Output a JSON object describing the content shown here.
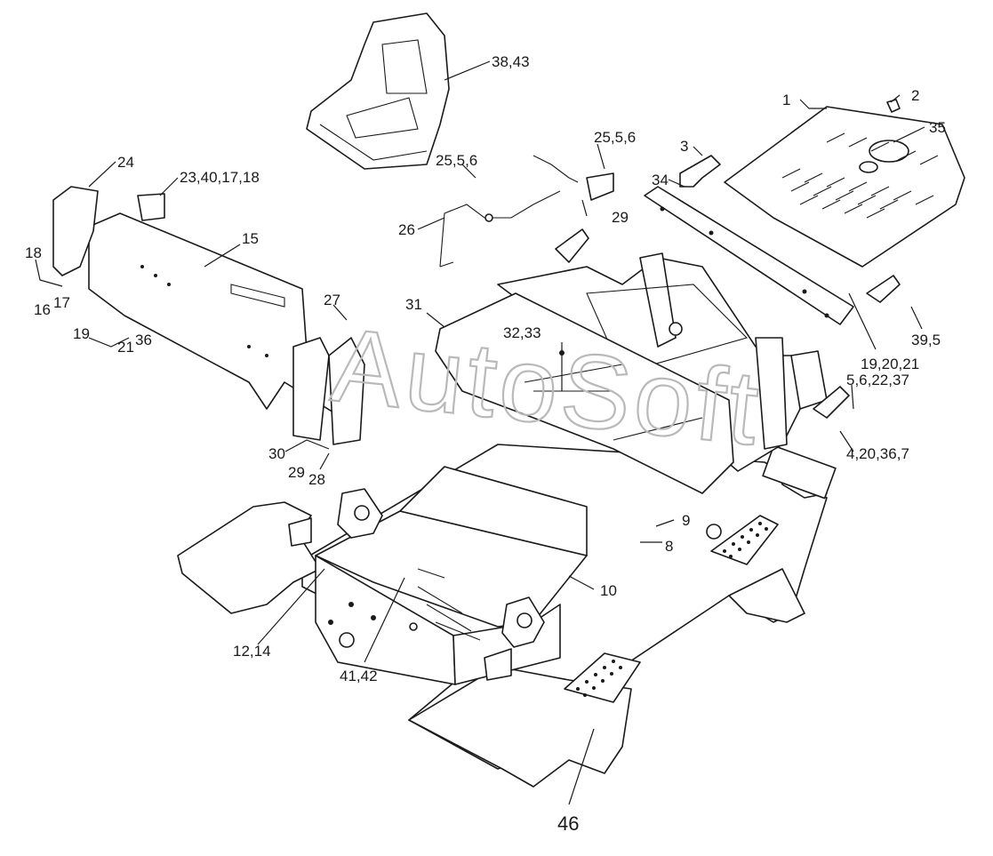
{
  "watermark": "AutoSoft",
  "callouts": [
    {
      "id": "c1",
      "text": "1"
    },
    {
      "id": "c2",
      "text": "2"
    },
    {
      "id": "c3",
      "text": "3"
    },
    {
      "id": "c35",
      "text": "35"
    },
    {
      "id": "c34",
      "text": "34"
    },
    {
      "id": "c38_43",
      "text": "38,43"
    },
    {
      "id": "c24",
      "text": "24"
    },
    {
      "id": "c23_40_17_18",
      "text": "23,40,17,18"
    },
    {
      "id": "c25_5_6a",
      "text": "25,5,6"
    },
    {
      "id": "c25_5_6b",
      "text": "25,5,6"
    },
    {
      "id": "c29a",
      "text": "29"
    },
    {
      "id": "c26",
      "text": "26"
    },
    {
      "id": "c15",
      "text": "15"
    },
    {
      "id": "c18",
      "text": "18"
    },
    {
      "id": "c16",
      "text": "16"
    },
    {
      "id": "c17",
      "text": "17"
    },
    {
      "id": "c19a",
      "text": "19"
    },
    {
      "id": "c21",
      "text": "21"
    },
    {
      "id": "c36",
      "text": "36"
    },
    {
      "id": "c27",
      "text": "27"
    },
    {
      "id": "c31",
      "text": "31"
    },
    {
      "id": "c32_33",
      "text": "32,33"
    },
    {
      "id": "c39_5",
      "text": "39,5"
    },
    {
      "id": "c19_20_21",
      "text": "19,20,21"
    },
    {
      "id": "c5_6_22_37",
      "text": "5,6,22,37"
    },
    {
      "id": "c4_20_36_7",
      "text": "4,20,36,7"
    },
    {
      "id": "c30",
      "text": "30"
    },
    {
      "id": "c29b",
      "text": "29"
    },
    {
      "id": "c28",
      "text": "28"
    },
    {
      "id": "c9",
      "text": "9"
    },
    {
      "id": "c8",
      "text": "8"
    },
    {
      "id": "c10",
      "text": "10"
    },
    {
      "id": "c12_14",
      "text": "12,14"
    },
    {
      "id": "c41_42",
      "text": "41,42"
    },
    {
      "id": "c46",
      "text": "46"
    }
  ]
}
